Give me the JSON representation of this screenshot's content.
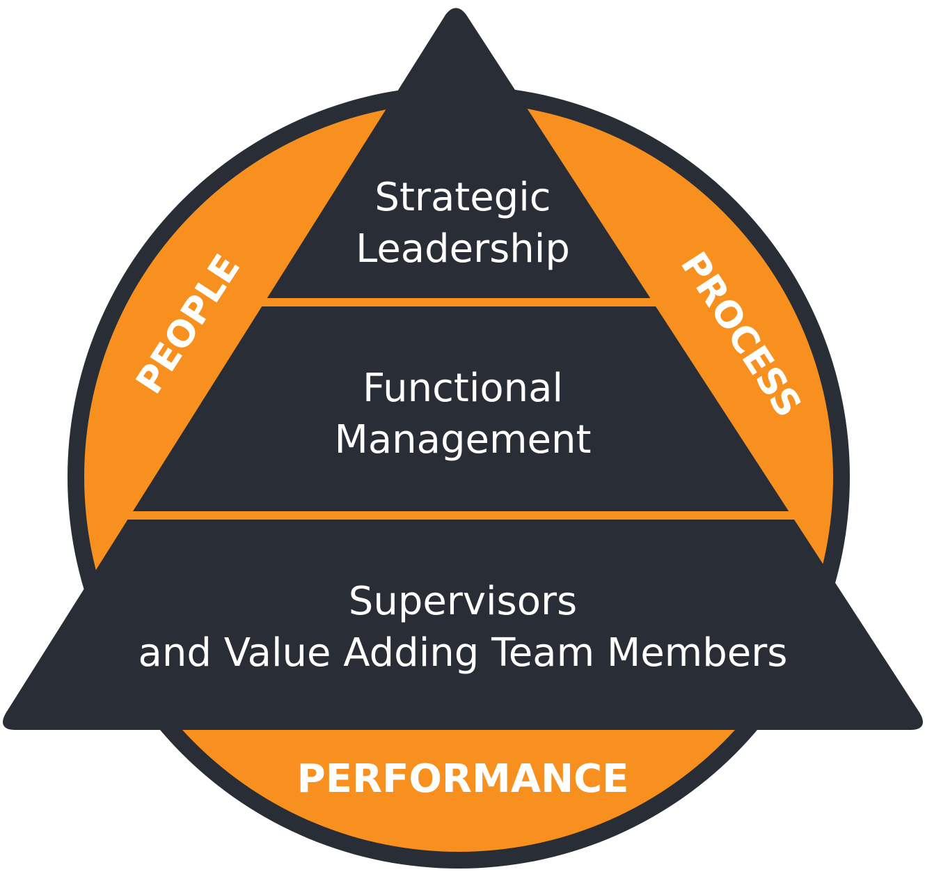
{
  "colors": {
    "dark": "#292d36",
    "orange": "#f7901e",
    "text": "#ffffff"
  },
  "tiers": [
    {
      "lines": [
        "Strategic",
        "Leadership"
      ]
    },
    {
      "lines": [
        "Functional",
        "Management"
      ]
    },
    {
      "lines": [
        "Supervisors",
        "and Value Adding Team Members"
      ]
    }
  ],
  "sides": {
    "left": "PEOPLE",
    "right": "PROCESS",
    "bottom": "PERFORMANCE"
  }
}
